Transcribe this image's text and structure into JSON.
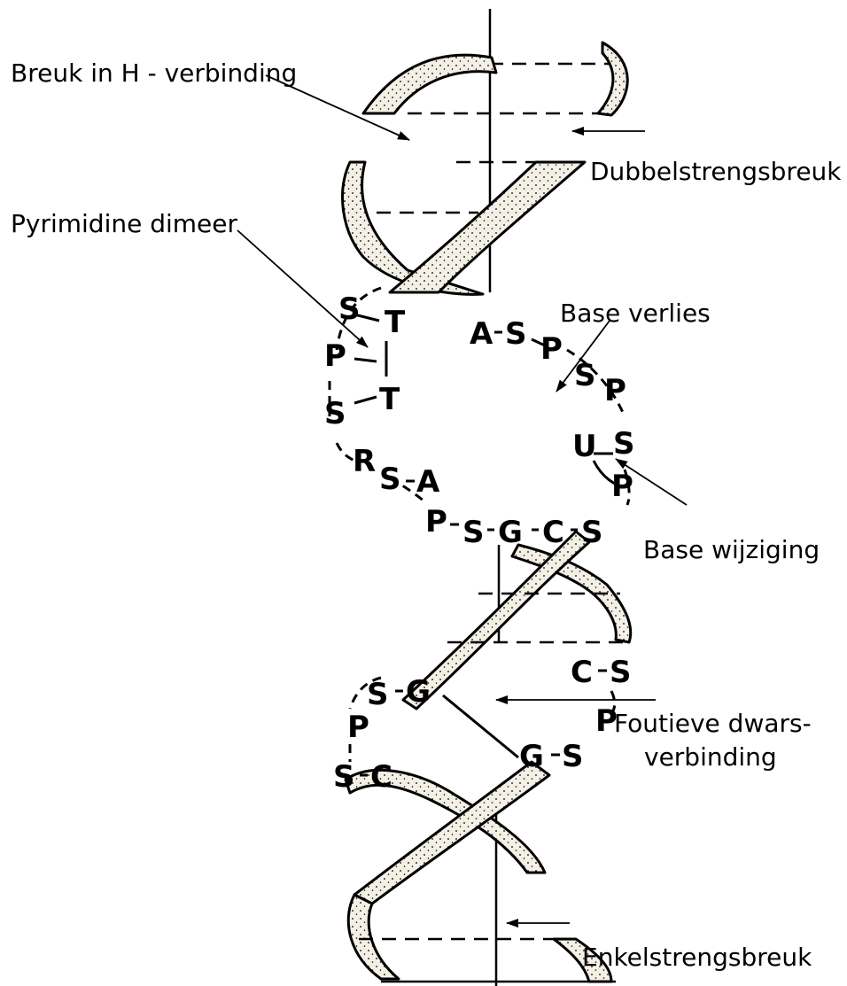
{
  "labels": {
    "h_bond_break": "Breuk in H - verbinding",
    "double_strand_break": "Dubbelstrengsbreuk",
    "pyrimidine_dimer": "Pyrimidine dimeer",
    "base_loss": "Base verlies",
    "base_change": "Base wijziging",
    "cross_link_line1": "Foutieve dwars-",
    "cross_link_line2": "verbinding",
    "single_strand_break": "Enkelstrengsbreuk"
  },
  "nucleotides": {
    "left_loop": [
      "S",
      "T",
      "P",
      "T",
      "S",
      "R",
      "S",
      "A",
      "P",
      "S",
      "G",
      "C",
      "S"
    ],
    "right_loop": [
      "A",
      "S",
      "P",
      "S",
      "P",
      "U",
      "S",
      "P"
    ],
    "lower_left": [
      "S",
      "G",
      "P",
      "S",
      "C"
    ],
    "lower_right": [
      "C",
      "S",
      "P",
      "G",
      "S"
    ]
  }
}
